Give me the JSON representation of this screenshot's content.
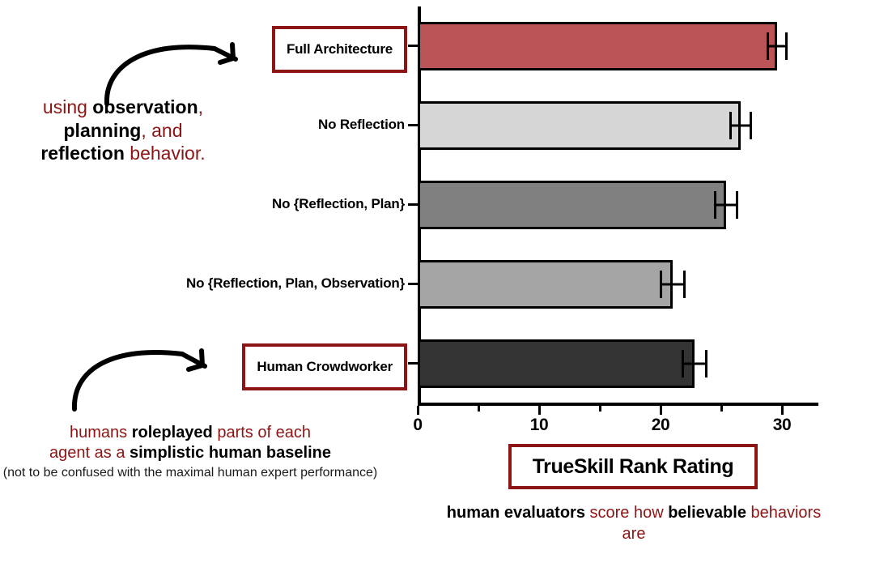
{
  "chart_data": {
    "type": "bar",
    "orientation": "horizontal",
    "title": "",
    "xlabel": "TrueSkill Rank Rating",
    "ylabel": "",
    "xlim": [
      0,
      33
    ],
    "xticks_major": [
      0,
      10,
      20,
      30
    ],
    "xticks_minor": [
      5,
      15,
      25
    ],
    "xtick_labels": [
      "0",
      "10",
      "20",
      "30"
    ],
    "grid": false,
    "legend": false,
    "categories": [
      "Full Architecture",
      "No Reflection",
      "No {Reflection, Plan}",
      "No {Reflection, Plan, Observation}",
      "Human Crowdworker"
    ],
    "values": [
      29.6,
      26.6,
      25.4,
      21.0,
      22.8
    ],
    "errors": [
      0.75,
      0.85,
      0.9,
      0.95,
      0.95
    ],
    "bar_colors": [
      "#BB5456",
      "#D6D6D6",
      "#808080",
      "#A5A5A5",
      "#333333"
    ],
    "boxed_categories": [
      "Full Architecture",
      "Human Crowdworker"
    ]
  },
  "axis_title": {
    "text": "TrueSkill Rank Rating"
  },
  "annotations": {
    "top": {
      "line1_a": "using ",
      "line1_b": "observation",
      "line1_c": ",",
      "line2_a": "planning",
      "line2_b": ", and",
      "line3_a": "reflection",
      "line3_b": " behavior."
    },
    "bottom": {
      "line1_a": "humans ",
      "line1_b": "roleplayed",
      "line1_c": " parts of each",
      "line2_a": "agent as a ",
      "line2_b": "simplistic human baseline",
      "small": "(not to be confused with the maximal human expert performance)"
    },
    "caption": {
      "a": "human evaluators",
      "b": " score how ",
      "c": "believable",
      "d": " behaviors are"
    }
  },
  "colors": {
    "accent_red": "#8C1515",
    "bar_red": "#BB5456",
    "axis": "#000000"
  }
}
